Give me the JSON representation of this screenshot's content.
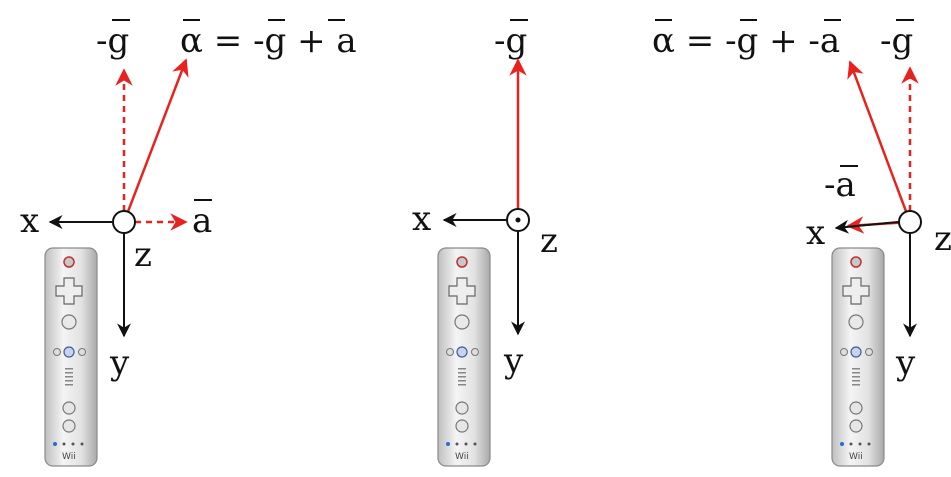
{
  "colors": {
    "accent": "#e8231f",
    "axis": "#111111",
    "remote_body": "#dcdcdc",
    "remote_edge": "#8a8a8a",
    "led": "#1e6fd9"
  },
  "panels": [
    {
      "equation": "α = -g + a",
      "minus_g_label": "-g",
      "a_label": "a",
      "axis_x_label": "x",
      "axis_y_label": "y",
      "axis_z_label": "z",
      "remote_brand": "Wii"
    },
    {
      "minus_g_label": "-g",
      "axis_x_label": "x",
      "axis_y_label": "y",
      "axis_z_label": "z",
      "remote_brand": "Wii"
    },
    {
      "equation": "α = -g + -a",
      "minus_g_label": "-g",
      "minus_a_label": "-a",
      "axis_x_label": "x",
      "axis_y_label": "y",
      "axis_z_label": "z",
      "remote_brand": "Wii"
    }
  ]
}
